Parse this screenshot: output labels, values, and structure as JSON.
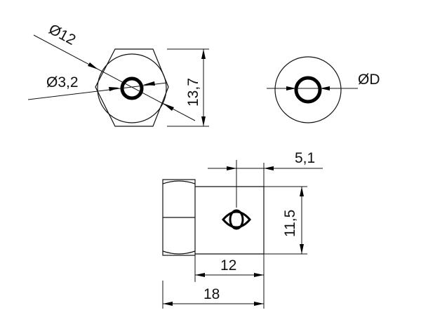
{
  "drawing": {
    "top_left_view": {
      "outer_diameter_label": "Ø12",
      "hole_diameter_label": "Ø3,2",
      "across_corners_label": "13,7"
    },
    "top_right_view": {
      "diameter_label": "ØD"
    },
    "front_view": {
      "offset_label": "5,1",
      "height_label": "11,5",
      "body_length_label": "12",
      "overall_length_label": "18"
    }
  }
}
